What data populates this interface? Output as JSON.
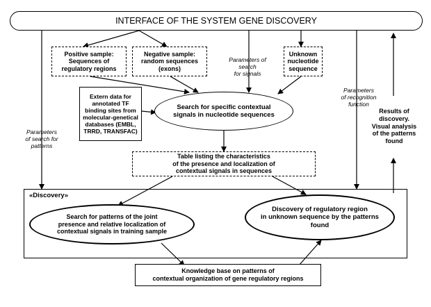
{
  "header": {
    "title": "INTERFACE OF THE SYSTEM GENE DISCOVERY"
  },
  "boxes": {
    "positive_sample": "Positive sample:\nSequences of\nregulatory regions",
    "negative_sample": "Negative sample:\nrandom sequences\n(exons)",
    "unknown_sequence": "Unknown\nnucleotide\nsequence",
    "extern_data": "Extern data for\nannotated TF\nbinding sites from\nmolecular-genetical\ndatabases (EMBL,\nTRRD, TRANSFAC)",
    "search_signals": "Search for specific contextual\nsignals in nucleotide sequences",
    "table_listing": "Table listing the characteristics\nof the presence and localization of\ncontextual signals in sequences",
    "discovery_label": "«Discovery»",
    "search_patterns": "Search for patterns of the joint\npresence and relative localization of\ncontextual signals in training sample",
    "discovery_region": "Discovery of regulatory region\nin unknown sequence by the patterns\nfound",
    "knowledge_base": "Knowledge base on patterns of\ncontextual organization of gene regulatory regions",
    "results": "Results of\ndiscovery.\nVisual analysis\nof the patterns\nfound"
  },
  "labels": {
    "params_signals": "Parameters of\nsearch\nfor signals",
    "params_patterns": "Parameters\nof search for\npatterns",
    "params_recognition": "Parameters\nof recognition\nfunction"
  }
}
